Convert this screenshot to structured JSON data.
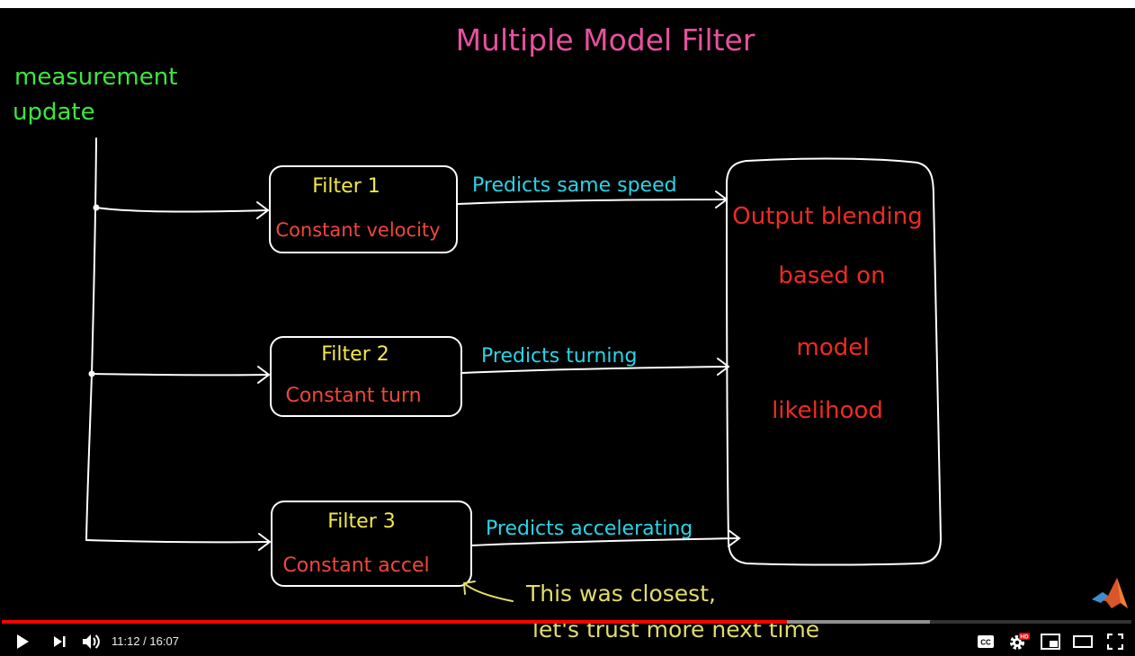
{
  "video": {
    "title": "Multiple Model Filter",
    "measurement_label_line1": "measurement",
    "measurement_label_line2": "update",
    "filters": [
      {
        "name": "Filter 1",
        "model": "Constant velocity",
        "prediction": "Predicts same speed"
      },
      {
        "name": "Filter 2",
        "model": "Constant turn",
        "prediction": "Predicts turning"
      },
      {
        "name": "Filter 3",
        "model": "Constant accel",
        "prediction": "Predicts accelerating"
      }
    ],
    "output_box": [
      "Output blending",
      "based on",
      "model",
      "likelihood"
    ],
    "note_line1": "This was closest,",
    "note_line2": "let's trust more next time",
    "colors": {
      "title": "#e8509e",
      "measurement": "#3ee63e",
      "filter_name": "#f3e84a",
      "model": "#f0473c",
      "prediction": "#2ad4e8",
      "output": "#f02a24",
      "note": "#e2dc6a",
      "lines": "#ffffff"
    }
  },
  "player": {
    "current_time": "11:12",
    "duration": "16:07",
    "time_display": "11:12 / 16:07",
    "played_fraction": 0.6948,
    "buffered_fraction": 0.822,
    "accent_color": "#ff0000",
    "hd_badge": "HD",
    "cc_label": "CC",
    "controls": [
      "play-icon",
      "next-icon",
      "volume-icon",
      "subtitles-icon",
      "settings-icon",
      "miniplayer-icon",
      "theater-icon",
      "fullscreen-icon"
    ]
  }
}
